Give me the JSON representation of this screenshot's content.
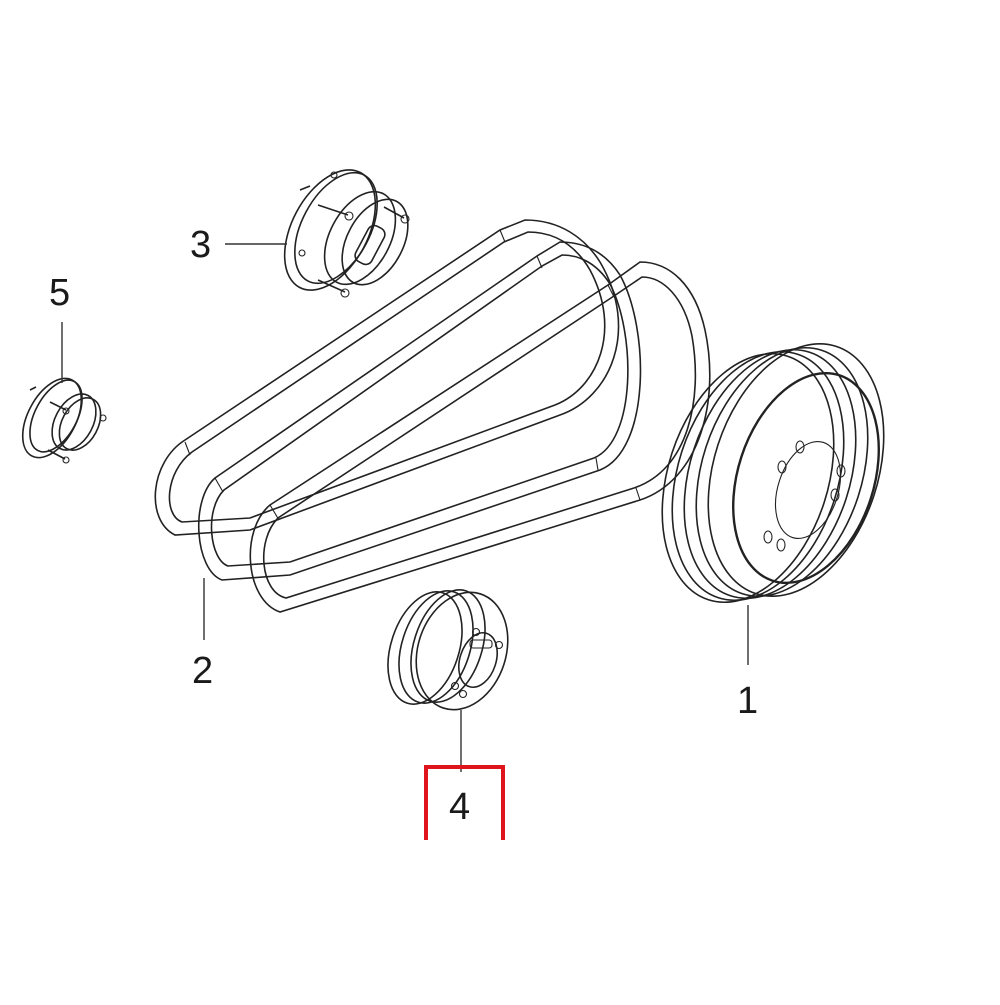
{
  "diagram": {
    "type": "exploded parts diagram",
    "subject": "V-belt drive pulley set",
    "highlight_color": "#e0141c",
    "line_color": "#222222",
    "parts": [
      {
        "callout": "1",
        "description": "large 3-groove pulley with 6-hole bore face"
      },
      {
        "callout": "2",
        "description": "set of 3 V-belts"
      },
      {
        "callout": "3",
        "description": "large taper bushing with keyway and studs"
      },
      {
        "callout": "4",
        "description": "small 3-groove pulley",
        "highlighted": true
      },
      {
        "callout": "5",
        "description": "small taper bushing with studs"
      }
    ]
  }
}
